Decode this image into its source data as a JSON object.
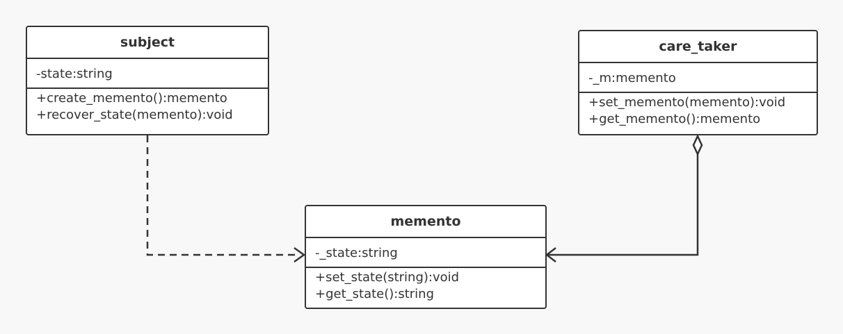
{
  "classes": {
    "subject": {
      "name": "subject",
      "attributes": [
        "-state:string"
      ],
      "methods": [
        "+create_memento():memento",
        "+recover_state(memento):void"
      ]
    },
    "care_taker": {
      "name": "care_taker",
      "attributes": [
        "-_m:memento"
      ],
      "methods": [
        "+set_memento(memento):void",
        "+get_memento():memento"
      ]
    },
    "memento": {
      "name": "memento",
      "attributes": [
        "-_state:string"
      ],
      "methods": [
        "+set_state(string):void",
        "+get_state():string"
      ]
    }
  },
  "relationships": [
    {
      "type": "dependency",
      "from": "subject",
      "to": "memento"
    },
    {
      "type": "aggregation",
      "from": "care_taker",
      "to": "memento"
    }
  ],
  "colors": {
    "line": "#333333",
    "box_fill": "#ffffff",
    "background": "#f8f8f8"
  }
}
